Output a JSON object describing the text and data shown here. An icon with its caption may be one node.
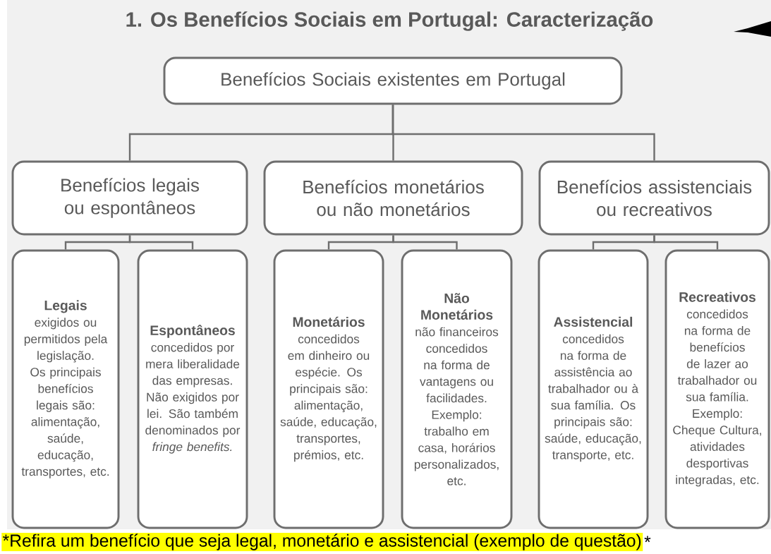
{
  "diagram": {
    "title": "1. Os Benefícios Sociais em Portugal: Caracterização",
    "nodes": [
      {
        "text": [
          "Benefícios Sociais existentes em Portugal"
        ]
      },
      {
        "text": [
          "Benefícios legais ou espontâneos"
        ]
      },
      {
        "text": [
          "Benefícios monetários ou não monetários"
        ]
      },
      {
        "text": [
          "Benefícios assistenciais ou recreativos"
        ]
      },
      {
        "text": [
          "Legais",
          "exigidos ou permitidos pela legislação. Os principais benefícios legais são: alimentação, saúde, educação, transportes, etc."
        ]
      },
      {
        "text": [
          "Espontâneos",
          "concedidos por mera liberalidade das empresas. Não exigidos por lei. São também denominados por *fringe benefits.*"
        ]
      },
      {
        "text": [
          "Monetários",
          "concedidos em dinheiro ou espécie. Os principais são: alimentação, saúde, educação, transportes, prémios, etc."
        ]
      },
      {
        "text": [
          "Não Monetários",
          "não financeiros concedidos na forma de vantagens ou facilidades. Exemplo: trabalho em casa, horários personalizados, etc."
        ]
      },
      {
        "text": [
          "Assistencial",
          "concedidos na forma de assistência ao trabalhador ou à sua família. Os principais são: saúde, educação, transporte, etc."
        ]
      },
      {
        "text": [
          "Recreativos",
          "concedidos na forma de benefícios de lazer ao trabalhador ou sua família. Exemplo: Cheque Cultura, atividades desportivas integradas, etc."
        ]
      }
    ],
    "edges": [
      {
        "from": 0,
        "to": 1,
        "arrow": "none"
      },
      {
        "from": 0,
        "to": 2,
        "arrow": "none"
      },
      {
        "from": 0,
        "to": 3,
        "arrow": "none"
      },
      {
        "from": 1,
        "to": 4,
        "arrow": "none"
      },
      {
        "from": 1,
        "to": 5,
        "arrow": "none"
      },
      {
        "from": 2,
        "to": 6,
        "arrow": "none"
      },
      {
        "from": 2,
        "to": 7,
        "arrow": "none"
      },
      {
        "from": 3,
        "to": 8,
        "arrow": "none"
      },
      {
        "from": 3,
        "to": 9,
        "arrow": "none"
      }
    ],
    "labels": [
      "*Refira um benefício que seja legal, monetário e assistencial (exemplo de questão)",
      "*"
    ]
  }
}
